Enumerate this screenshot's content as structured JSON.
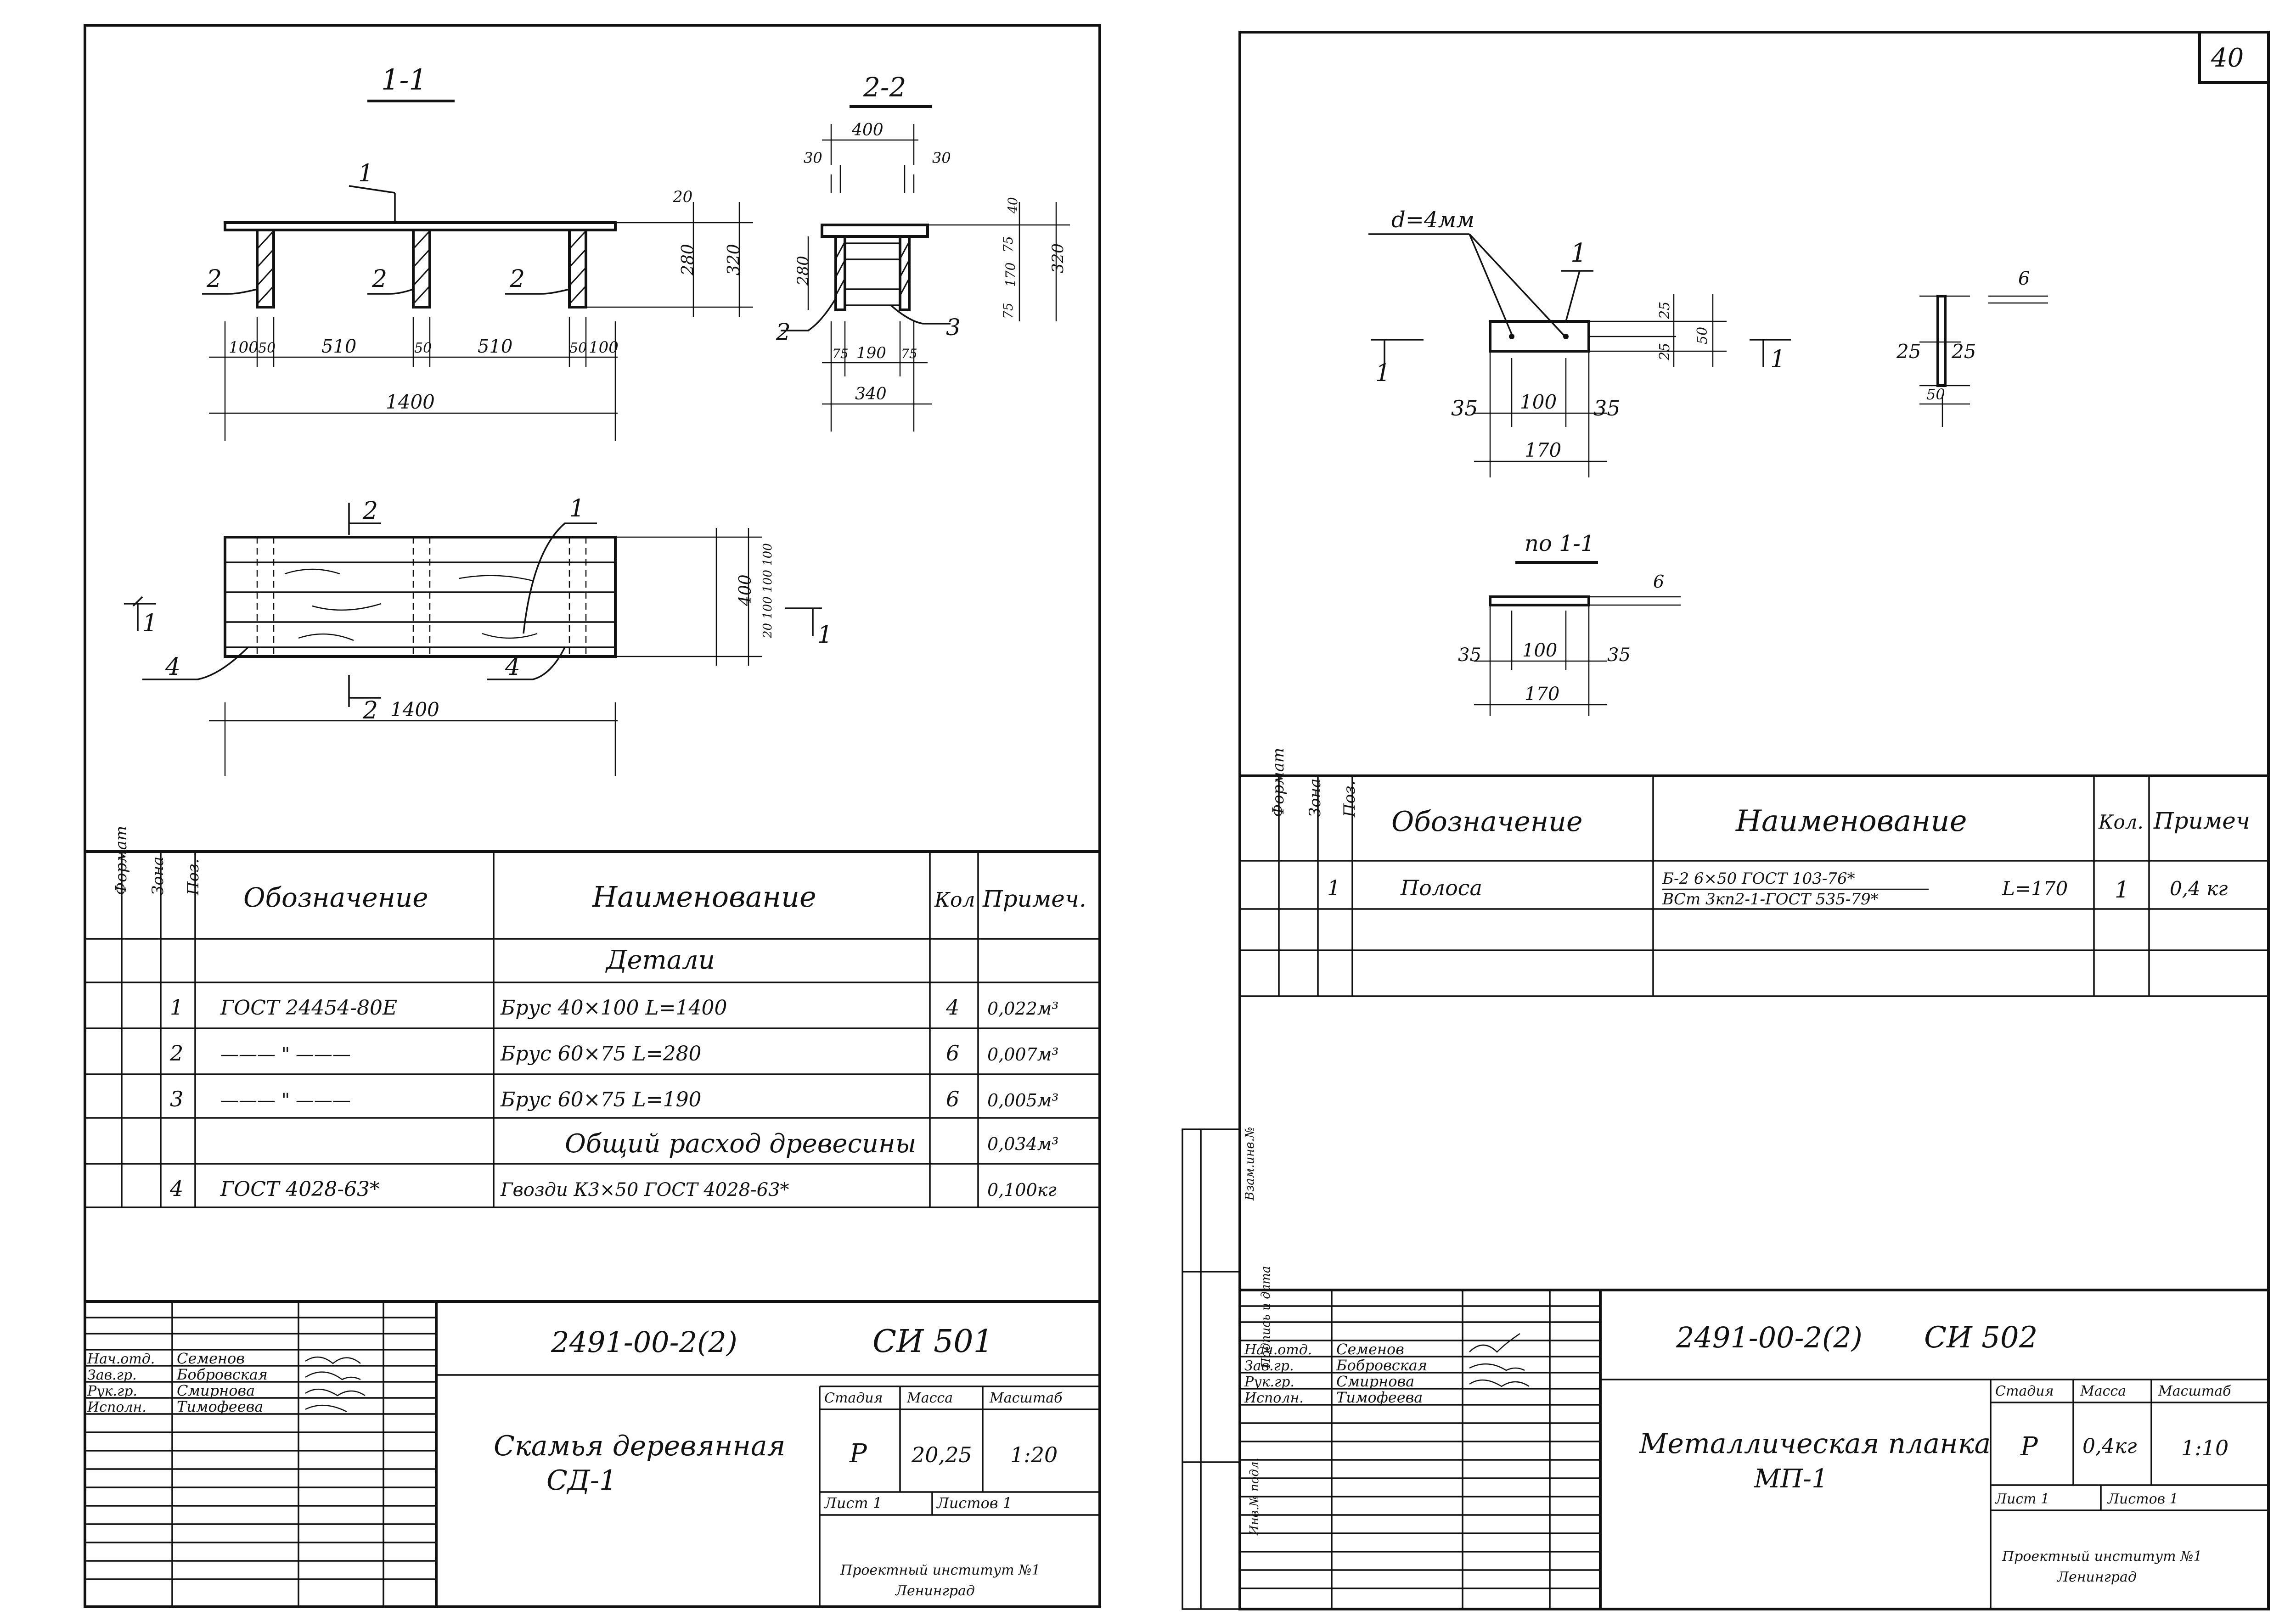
{
  "sheet_number": "40",
  "left_sheet": {
    "section_1_title": "1-1",
    "section_2_title": "2-2",
    "plan_cut_label": "1",
    "plan_cut_label_right": "1",
    "section2_cut_top": "2",
    "section2_cut_bottom": "2",
    "section1_callouts": [
      "1",
      "2",
      "2",
      "2"
    ],
    "section2_callouts": [
      "2",
      "3"
    ],
    "plan_callouts": [
      "1",
      "4",
      "4"
    ],
    "section1_dims": {
      "d1": "100",
      "d2": "50",
      "d3": "510",
      "d4": "50",
      "d5": "510",
      "d6": "50",
      "d7": "100",
      "total": "1400",
      "h20": "20",
      "h280": "280",
      "h320": "320"
    },
    "section2_dims": {
      "w400": "400",
      "w30a": "30",
      "w30b": "30",
      "h280": "280",
      "h40": "40",
      "h75a": "75",
      "h170": "170",
      "h75b": "75",
      "h320": "320",
      "b75a": "75",
      "b190": "190",
      "b75b": "75",
      "b340": "340"
    },
    "plan_dims": {
      "length": "1400",
      "width": "400",
      "boards": "20 100 100 100"
    },
    "spec": {
      "headers": [
        "Формат",
        "Зона",
        "Поз.",
        "Обозначение",
        "Наименование",
        "Кол",
        "Примеч."
      ],
      "section_title": "Детали",
      "rows": [
        {
          "pos": "1",
          "code": "ГОСТ 24454-80Е",
          "name": "Брус  40×100  L=1400",
          "qty": "4",
          "note": "0,022м³"
        },
        {
          "pos": "2",
          "code": "——— \" ———",
          "name": "Брус  60×75  L=280",
          "qty": "6",
          "note": "0,007м³"
        },
        {
          "pos": "3",
          "code": "——— \" ———",
          "name": "Брус  60×75  L=190",
          "qty": "6",
          "note": "0,005м³"
        }
      ],
      "total_label": "Общий расход древесины",
      "total_value": "0,034м³",
      "extra_row": {
        "pos": "4",
        "code": "ГОСТ 4028-63*",
        "name": "Гвозди К3×50 ГОСТ 4028-63*",
        "qty": "",
        "note": "0,100кг"
      }
    },
    "title_block": {
      "doc_code": "2491-00-2(2)",
      "sheet_code": "СИ 501",
      "roles": [
        "Нач.отд.",
        "Зав.гр.",
        "Рук.гр.",
        "Исполн."
      ],
      "names": [
        "Семенов",
        "Бобровская",
        "Смирнова",
        "Тимофеева"
      ],
      "title_line1": "Скамья деревянная",
      "title_line2": "СД-1",
      "stage_label": "Стадия",
      "mass_label": "Масса",
      "scale_label": "Масштаб",
      "stage": "Р",
      "mass": "20,25",
      "scale": "1:20",
      "sheet_label": "Лист 1",
      "sheets_label": "Листов 1",
      "org_line1": "Проектный институт №1",
      "org_line2": "Ленинград"
    }
  },
  "right_sheet": {
    "hole_label": "d=4мм",
    "callout": "1",
    "cut_label_left": "1",
    "cut_label_right": "1",
    "view_label": "по 1-1",
    "dims_front": {
      "h25a": "25",
      "h25b": "25",
      "h50": "50",
      "w35a": "35",
      "w100": "100",
      "w35b": "35",
      "w170": "170"
    },
    "dims_side": {
      "t6": "6",
      "h25a": "25",
      "h25b": "25",
      "h50": "50"
    },
    "dims_plan": {
      "t6": "6",
      "w35a": "35",
      "w100": "100",
      "w35b": "35",
      "w170": "170"
    },
    "spec": {
      "headers": [
        "Формат",
        "Зона",
        "Поз.",
        "Обозначение",
        "Наименование",
        "Кол.",
        "Примеч"
      ],
      "rows": [
        {
          "pos": "1",
          "code": "Полоса",
          "name_top": "Б-2  6×50  ГОСТ 103-76*",
          "name_bottom": "ВСт 3кп2-1-ГОСТ 535-79*",
          "length": "L=170",
          "qty": "1",
          "note": "0,4 кг"
        }
      ]
    },
    "side_labels": [
      "Взам.инв.№",
      "Подпись и дата",
      "Инв.№ подл."
    ],
    "title_block": {
      "doc_code": "2491-00-2(2)",
      "sheet_code": "СИ 502",
      "roles": [
        "Нач.отд.",
        "Зав.гр.",
        "Рук.гр.",
        "Исполн."
      ],
      "names": [
        "Семенов",
        "Бобровская",
        "Смирнова",
        "Тимофеева"
      ],
      "title_line1": "Металлическая планка",
      "title_line2": "МП-1",
      "stage_label": "Стадия",
      "mass_label": "Масса",
      "scale_label": "Масштаб",
      "stage": "Р",
      "mass": "0,4кг",
      "scale": "1:10",
      "sheet_label": "Лист 1",
      "sheets_label": "Листов 1",
      "org_line1": "Проектный институт №1",
      "org_line2": "Ленинград"
    }
  }
}
